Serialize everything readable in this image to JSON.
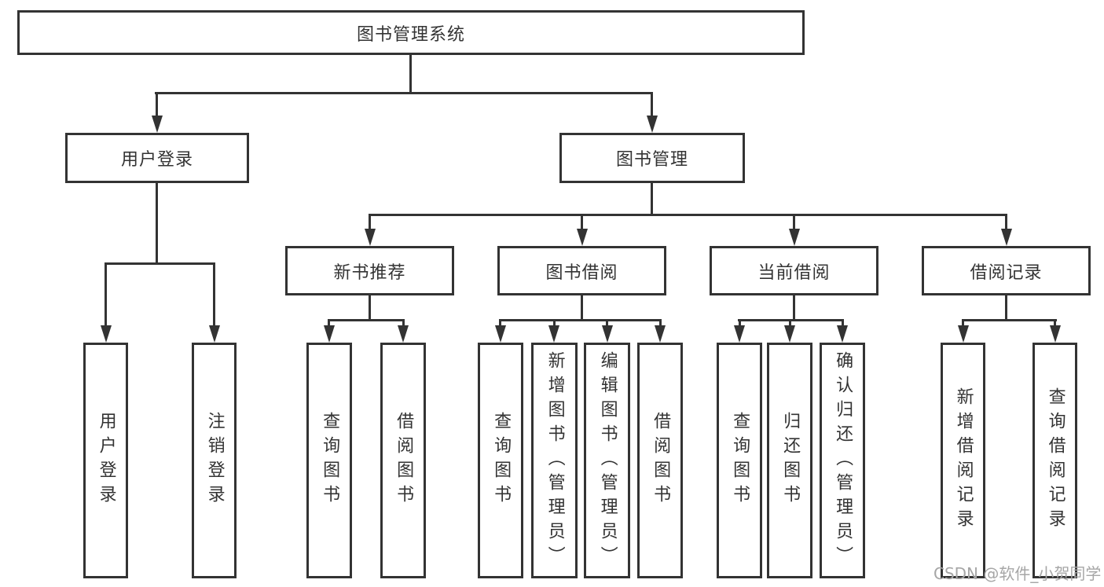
{
  "tree": {
    "root": {
      "label": "图书管理系统",
      "children": [
        {
          "label": "用户登录",
          "children": [
            {
              "label": "用户登录"
            },
            {
              "label": "注销登录"
            }
          ]
        },
        {
          "label": "图书管理",
          "children": [
            {
              "label": "新书推荐",
              "children": [
                {
                  "label": "查询图书"
                },
                {
                  "label": "借阅图书"
                }
              ]
            },
            {
              "label": "图书借阅",
              "children": [
                {
                  "label": "查询图书"
                },
                {
                  "label": "新增图书（管理员）"
                },
                {
                  "label": "编辑图书（管理员）"
                },
                {
                  "label": "借阅图书"
                }
              ]
            },
            {
              "label": "当前借阅",
              "children": [
                {
                  "label": "查询图书"
                },
                {
                  "label": "归还图书"
                },
                {
                  "label": "确认归还（管理员）"
                }
              ]
            },
            {
              "label": "借阅记录",
              "children": [
                {
                  "label": "新增借阅记录"
                },
                {
                  "label": "查询借阅记录"
                }
              ]
            }
          ]
        }
      ]
    }
  },
  "watermark": {
    "text": "CSDN @软件_小贺同学"
  },
  "colors": {
    "line": "#333333",
    "box_border": "#333333",
    "text": "#333333",
    "background": "#ffffff",
    "watermark_text": "#a6a6a6"
  }
}
